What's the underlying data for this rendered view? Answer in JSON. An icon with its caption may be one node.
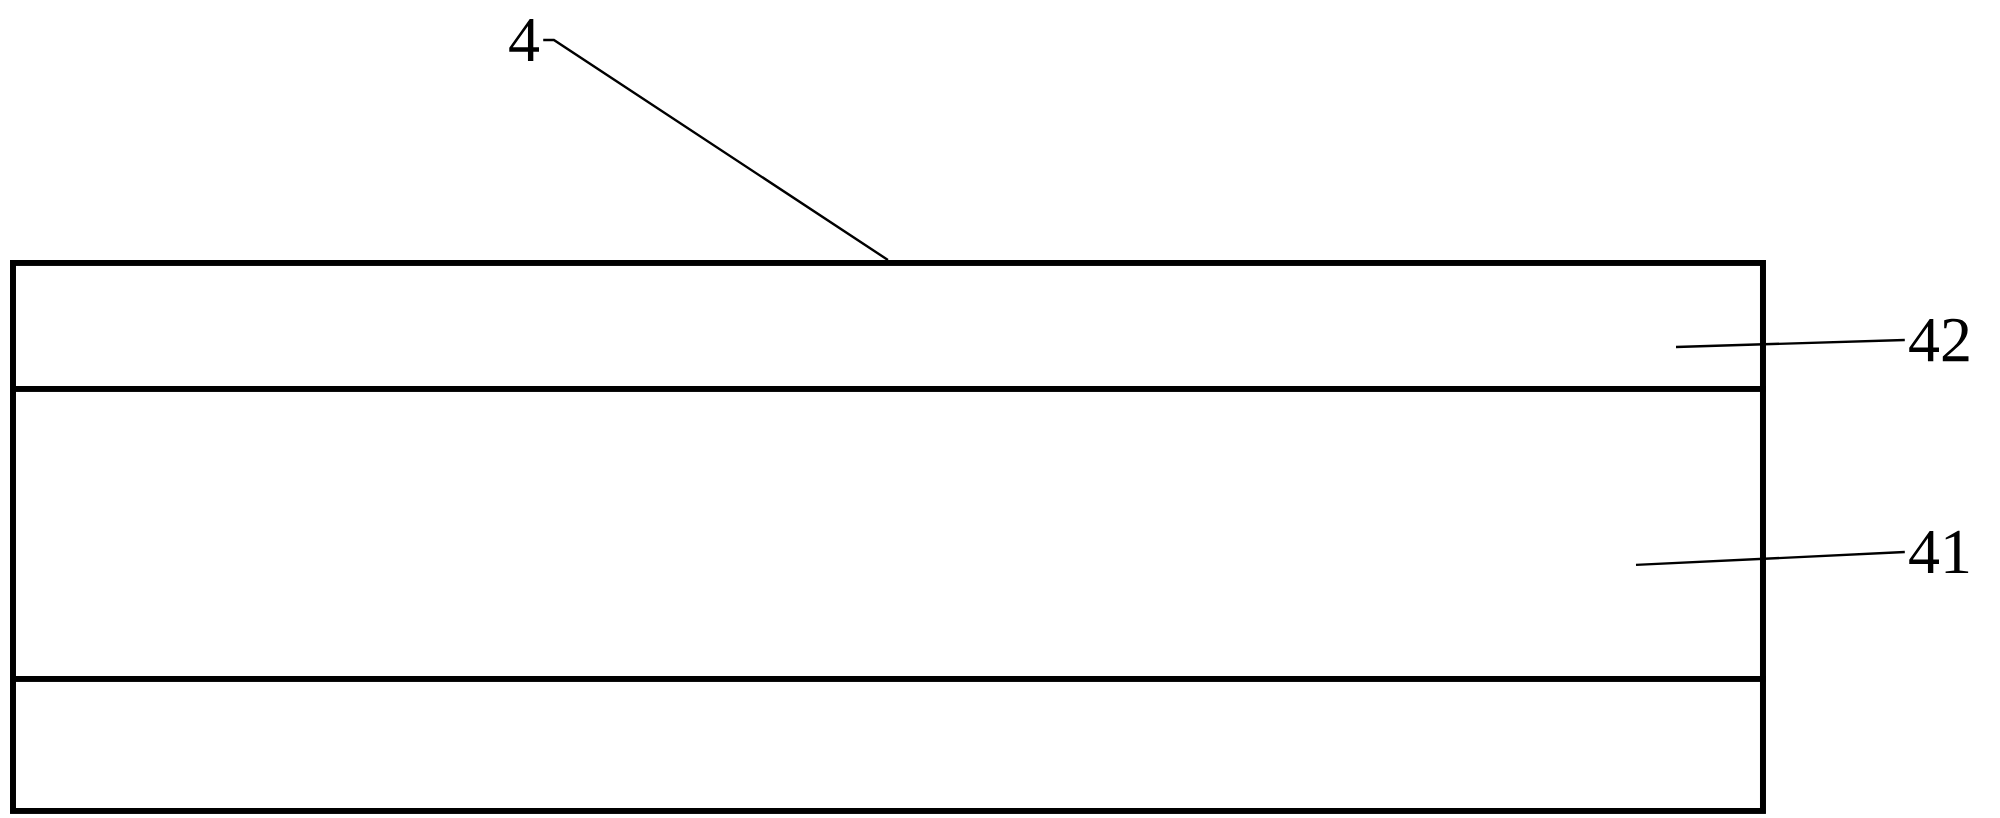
{
  "diagram": {
    "nodes": [
      {
        "text": [
          "4"
        ]
      },
      {
        "text": [],
        "shape": "box"
      },
      {
        "text": [],
        "shape": "box",
        "in": 1
      },
      {
        "text": [
          "42"
        ]
      },
      {
        "text": [],
        "shape": "box",
        "in": 1
      },
      {
        "text": [
          "41"
        ]
      },
      {
        "text": [],
        "shape": "box",
        "in": 1
      }
    ],
    "edges": [
      {
        "from": 0,
        "to": 1,
        "arrow": "none"
      },
      {
        "from": 3,
        "to": 2,
        "arrow": "none"
      },
      {
        "from": 5,
        "to": 4,
        "arrow": "none"
      }
    ]
  }
}
